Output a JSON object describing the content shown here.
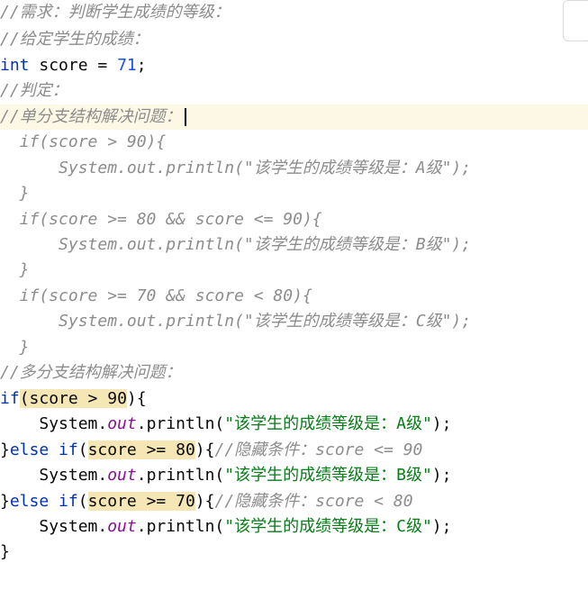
{
  "code": {
    "l1": "//需求：判断学生成绩的等级：",
    "l2": "//给定学生的成绩：",
    "l3": {
      "kw": "int",
      "rest": " score = ",
      "num": "71",
      "end": ";"
    },
    "l4": "//判定：",
    "l5": "//单分支结构解决问题：",
    "l6": "  if(score > 90){",
    "l7": "      System.out.println(\"该学生的成绩等级是：A级\");",
    "l8": "  }",
    "l9": "  if(score >= 80 && score <= 90){",
    "l10": "      System.out.println(\"该学生的成绩等级是：B级\");",
    "l11": "  }",
    "l12": "  if(score >= 70 && score < 80){",
    "l13": "      System.out.println(\"该学生的成绩等级是：C级\");",
    "l14": "  }",
    "l15": "//多分支结构解决问题：",
    "l16": {
      "kw": "if",
      "open": "(",
      "cond": "score > 90",
      "close": "){"
    },
    "l17": {
      "indent": "    ",
      "obj": "System.",
      "field": "out",
      "call": ".println(",
      "str": "\"该学生的成绩等级是：A级\"",
      "end": ");"
    },
    "l18": {
      "brace": "}",
      "kw1": "else",
      "sp": " ",
      "kw2": "if",
      "open": "(",
      "cond": "score >= 80",
      "close": "){",
      "cmt": "//隐藏条件：score <= 90"
    },
    "l19": {
      "indent": "    ",
      "obj": "System.",
      "field": "out",
      "call": ".println(",
      "str": "\"该学生的成绩等级是：B级\"",
      "end": ");"
    },
    "l20": {
      "brace": "}",
      "kw1": "else",
      "sp": " ",
      "kw2": "if",
      "open": "(",
      "cond": "score >= 70",
      "close": "){",
      "cmt": "//隐藏条件：score < 80"
    },
    "l21": {
      "indent": "    ",
      "obj": "System.",
      "field": "out",
      "call": ".println(",
      "str": "\"该学生的成绩等级是：C级\"",
      "end": ");"
    },
    "l22": "}"
  }
}
